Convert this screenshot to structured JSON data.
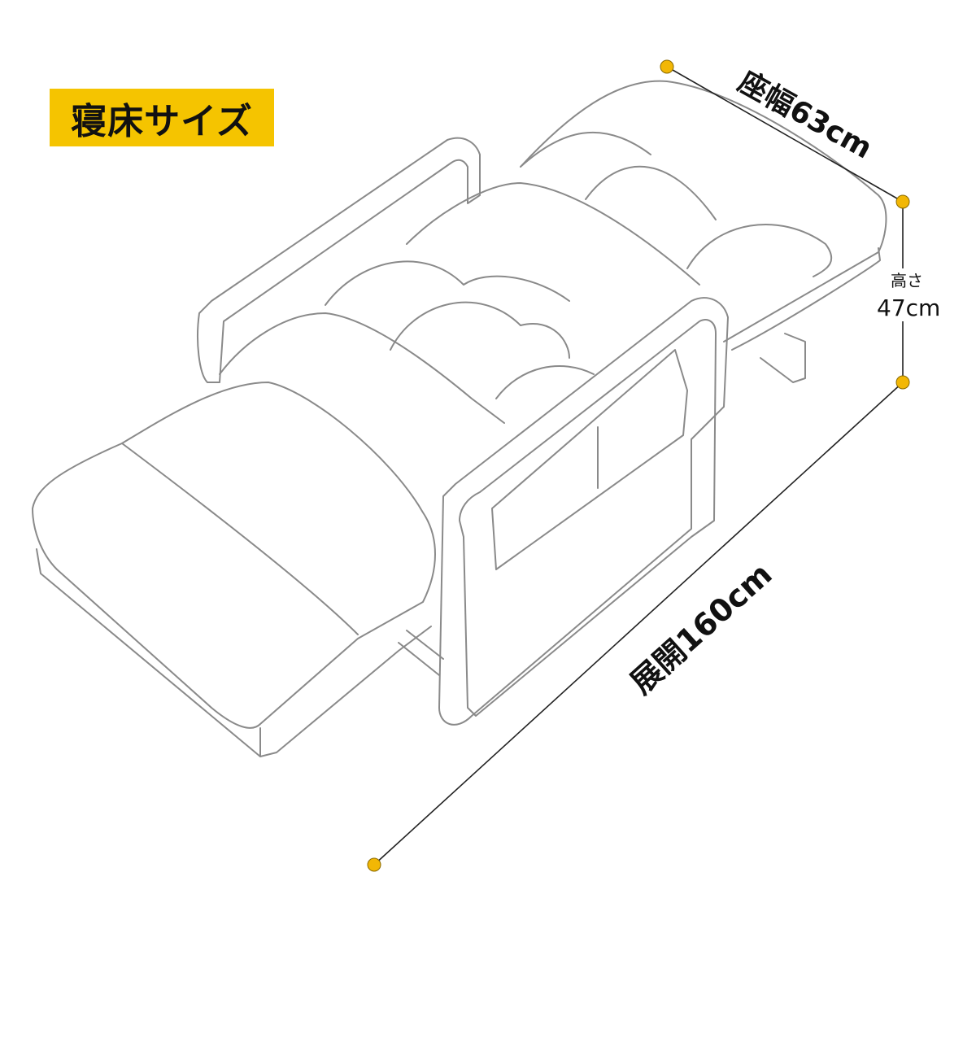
{
  "badge": {
    "title": "寝床サイズ"
  },
  "dimensions": {
    "seat_width": "座幅63cm",
    "height_label": "高さ",
    "height_value": "47cm",
    "unfolded_length": "展開160cm"
  },
  "colors": {
    "accent": "#f5c400",
    "dot": "#f2b705",
    "line": "#222222",
    "outline": "#8a8a8a"
  }
}
